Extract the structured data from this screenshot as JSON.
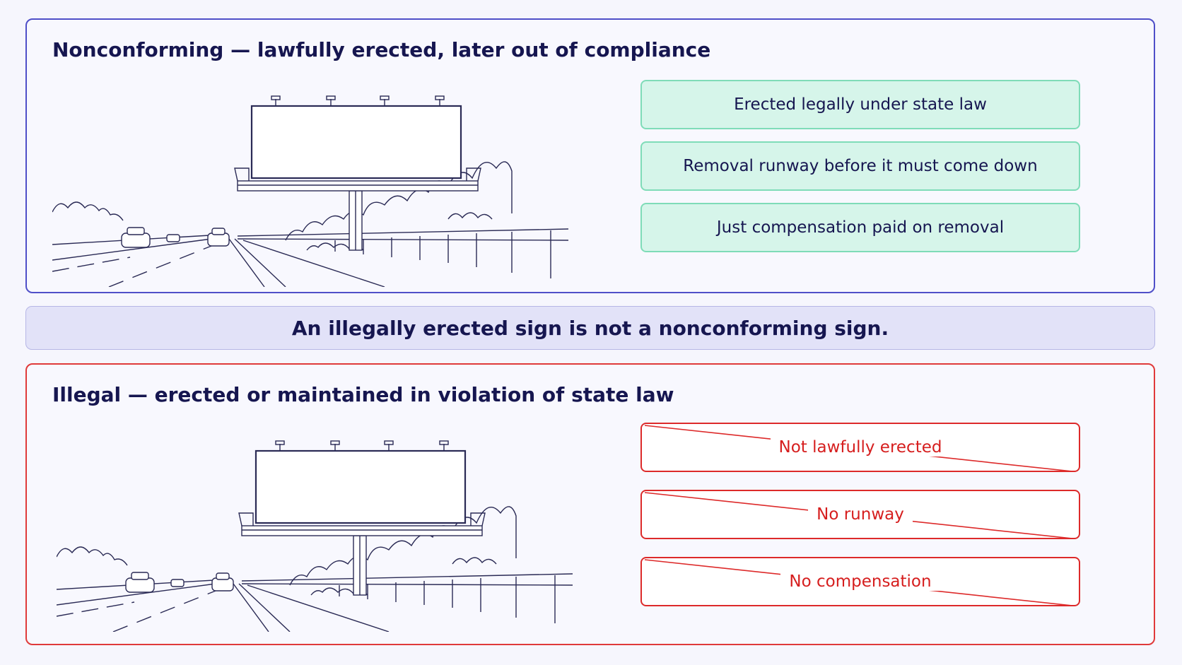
{
  "nonconforming": {
    "title": "Nonconforming — lawfully erected, later out of compliance",
    "points": [
      "Erected legally under state law",
      "Removal runway before it must come down",
      "Just compensation paid on removal"
    ]
  },
  "banner": {
    "text": "An illegally erected sign is not a nonconforming sign."
  },
  "illegal": {
    "title": "Illegal — erected or maintained in violation of state law",
    "points": [
      "Not lawfully erected",
      "No runway",
      "No compensation"
    ]
  },
  "colors": {
    "nonconforming_border": "#4f4fc8",
    "illegal_border": "#e03a3a",
    "good_box_fill": "#d6f5ea",
    "bad_text": "#d61e1e",
    "banner_fill": "#e2e2f8"
  }
}
